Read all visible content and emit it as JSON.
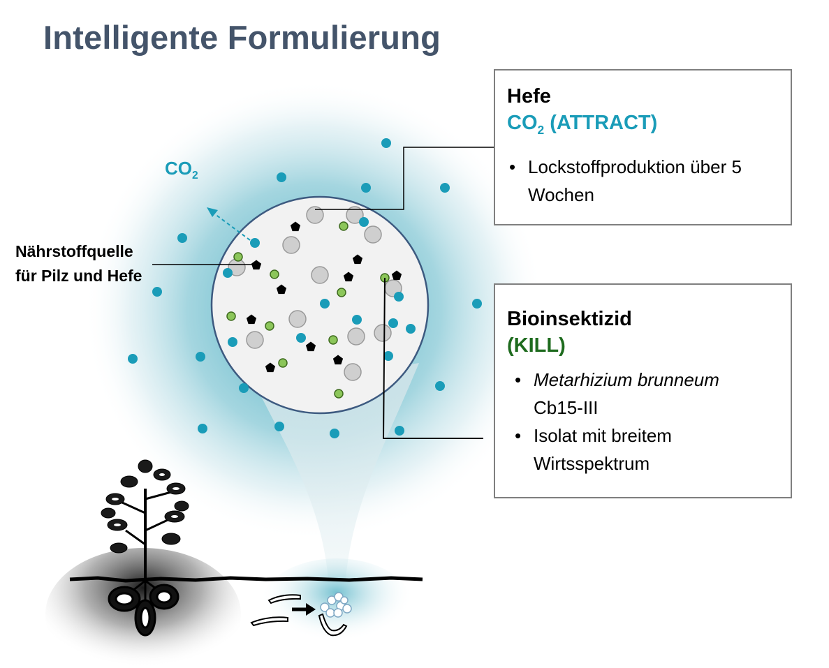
{
  "title": "Intelligente Formulierung",
  "co2_label": {
    "main": "CO",
    "sub": "2"
  },
  "nutrient_label": {
    "line1": "Nährstoffquelle",
    "line2": "für Pilz und Hefe"
  },
  "hefe_box": {
    "heading": "Hefe",
    "sub_main": "CO",
    "sub_sub": "2",
    "sub_rest": " (ATTRACT)",
    "bullet1": "Lockstoffproduktion über 5 Wochen"
  },
  "bio_box": {
    "heading": "Bioinsektizid",
    "sub": "(KILL)",
    "bullet1_italic": "Metarhizium brunneum",
    "bullet1_rest": "Cb15-III",
    "bullet2": "Isolat mit breitem Wirtsspektrum"
  },
  "colors": {
    "title": "#44546a",
    "co2_dots": "#1a9cb8",
    "attract": "#1a9cb8",
    "kill": "#1e6b1e",
    "fungus_particles": "#8cc65a",
    "nutrient_particles": "#000000",
    "yeast_particles": "#cfcfcf"
  }
}
